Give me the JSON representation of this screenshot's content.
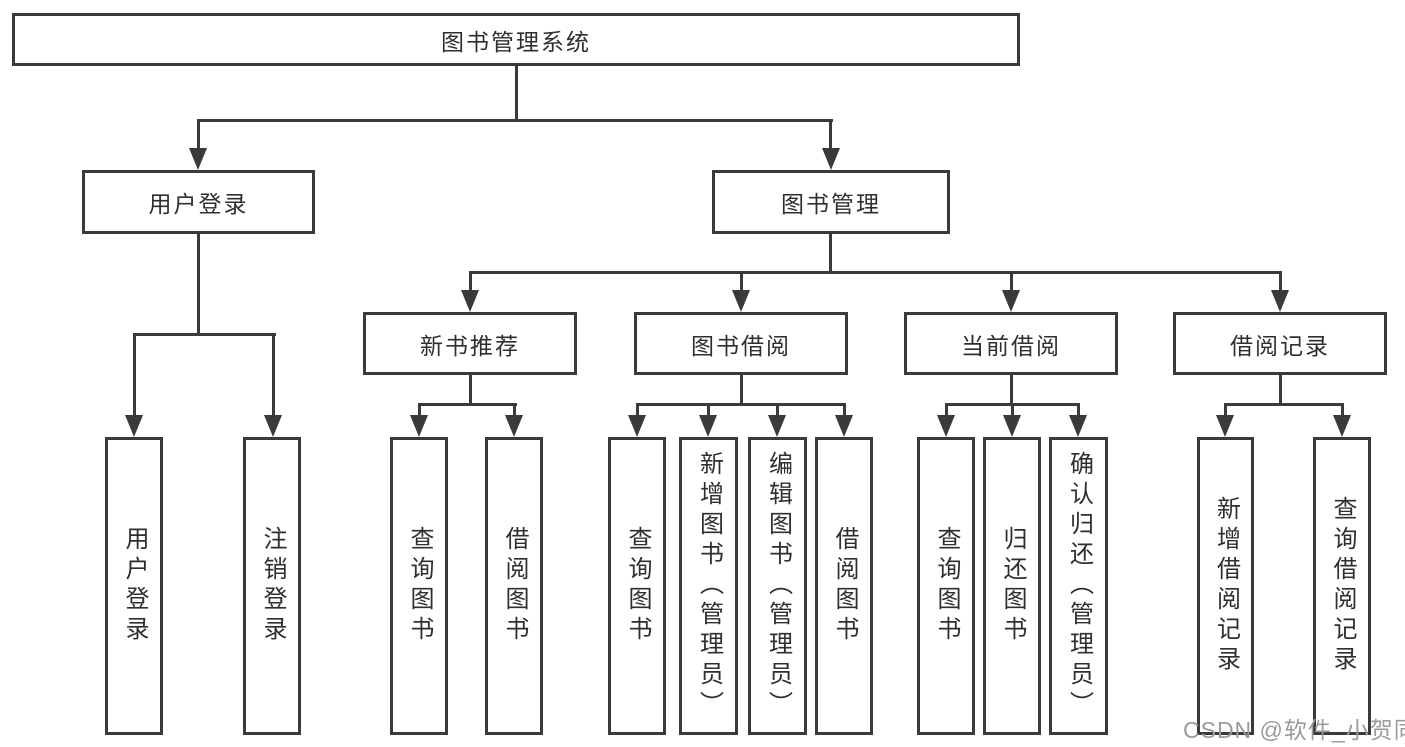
{
  "diagram": {
    "type": "tree",
    "root": {
      "label": "图书管理系统",
      "children": [
        {
          "label": "用户登录",
          "children": [
            {
              "label": "用户登录"
            },
            {
              "label": "注销登录"
            }
          ]
        },
        {
          "label": "图书管理",
          "children": [
            {
              "label": "新书推荐",
              "children": [
                {
                  "label": "查询图书"
                },
                {
                  "label": "借阅图书"
                }
              ]
            },
            {
              "label": "图书借阅",
              "children": [
                {
                  "label": "查询图书"
                },
                {
                  "label": "新增图书（管理员）"
                },
                {
                  "label": "编辑图书（管理员）"
                },
                {
                  "label": "借阅图书"
                }
              ]
            },
            {
              "label": "当前借阅",
              "children": [
                {
                  "label": "查询图书"
                },
                {
                  "label": "归还图书"
                },
                {
                  "label": "确认归还（管理员）"
                }
              ]
            },
            {
              "label": "借阅记录",
              "children": [
                {
                  "label": "新增借阅记录"
                },
                {
                  "label": "查询借阅记录"
                }
              ]
            }
          ]
        }
      ]
    },
    "colors": {
      "line": "#3a3a3a",
      "box_border": "#3a3a3a",
      "text": "#2f2f2f",
      "background": "#ffffff",
      "watermark": "#9b9b9b"
    }
  },
  "watermark": {
    "text": "CSDN @软件_小贺同学"
  }
}
